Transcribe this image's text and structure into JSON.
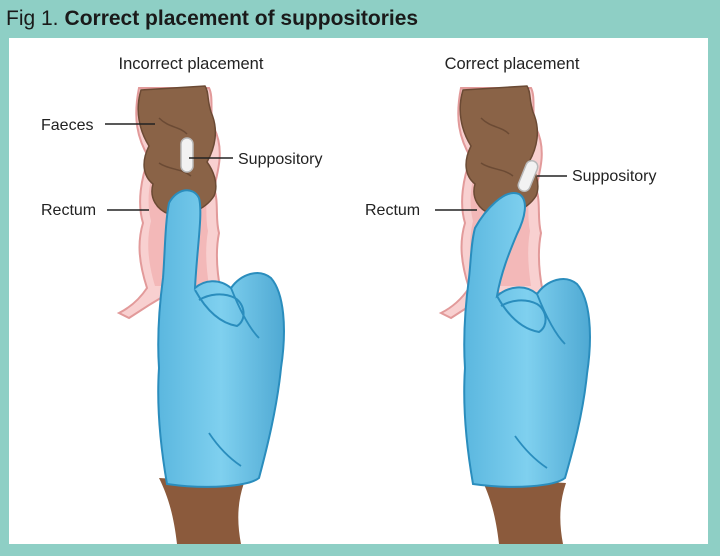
{
  "figure": {
    "number": "Fig 1.",
    "title": "Correct placement of suppositories"
  },
  "panels": [
    {
      "caption": "Incorrect placement",
      "labels": {
        "faeces": "Faeces",
        "suppository": "Suppository",
        "rectum": "Rectum"
      }
    },
    {
      "caption": "Correct placement",
      "labels": {
        "suppository": "Suppository",
        "rectum": "Rectum"
      }
    }
  ],
  "colors": {
    "frame": "#8ecfc5",
    "glove": "#6ec4e6",
    "glove_outline": "#2a8dbd",
    "rectum_wall": "#f5c9c9",
    "rectum_lining": "#e89a9a",
    "faeces": "#8a6347",
    "skin": "#8b5a3c",
    "suppository": "#f2f2f2"
  }
}
